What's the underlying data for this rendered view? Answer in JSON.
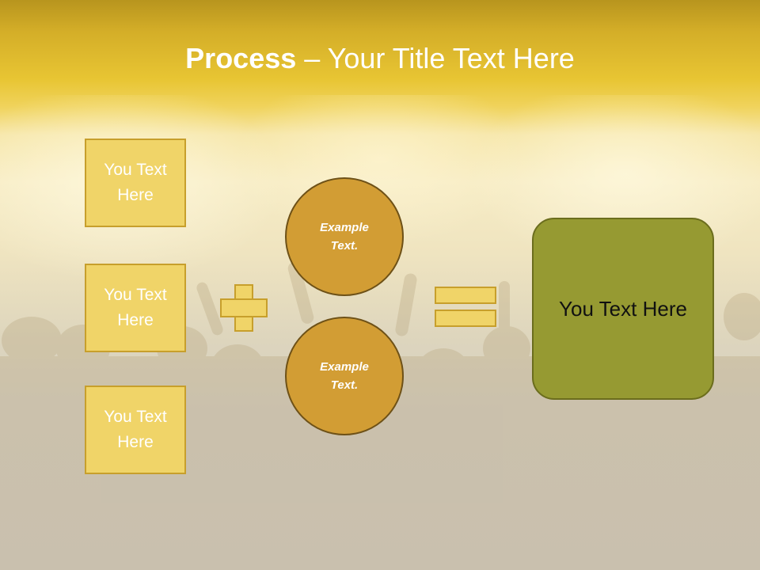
{
  "slide": {
    "title_bold": "Process",
    "title_rest": " – Your Title Text Here"
  },
  "inputs": [
    {
      "label": "You Text Here"
    },
    {
      "label": "You Text Here"
    },
    {
      "label": "You Text Here"
    }
  ],
  "circles": [
    {
      "label": "Example Text."
    },
    {
      "label": "Example Text."
    }
  ],
  "result": {
    "label": "You Text Here"
  },
  "colors": {
    "header_gold": "#e8c533",
    "box_fill": "#f0d468",
    "box_border": "#c79f2c",
    "circle_fill": "#d29d34",
    "result_fill": "#969a32"
  }
}
